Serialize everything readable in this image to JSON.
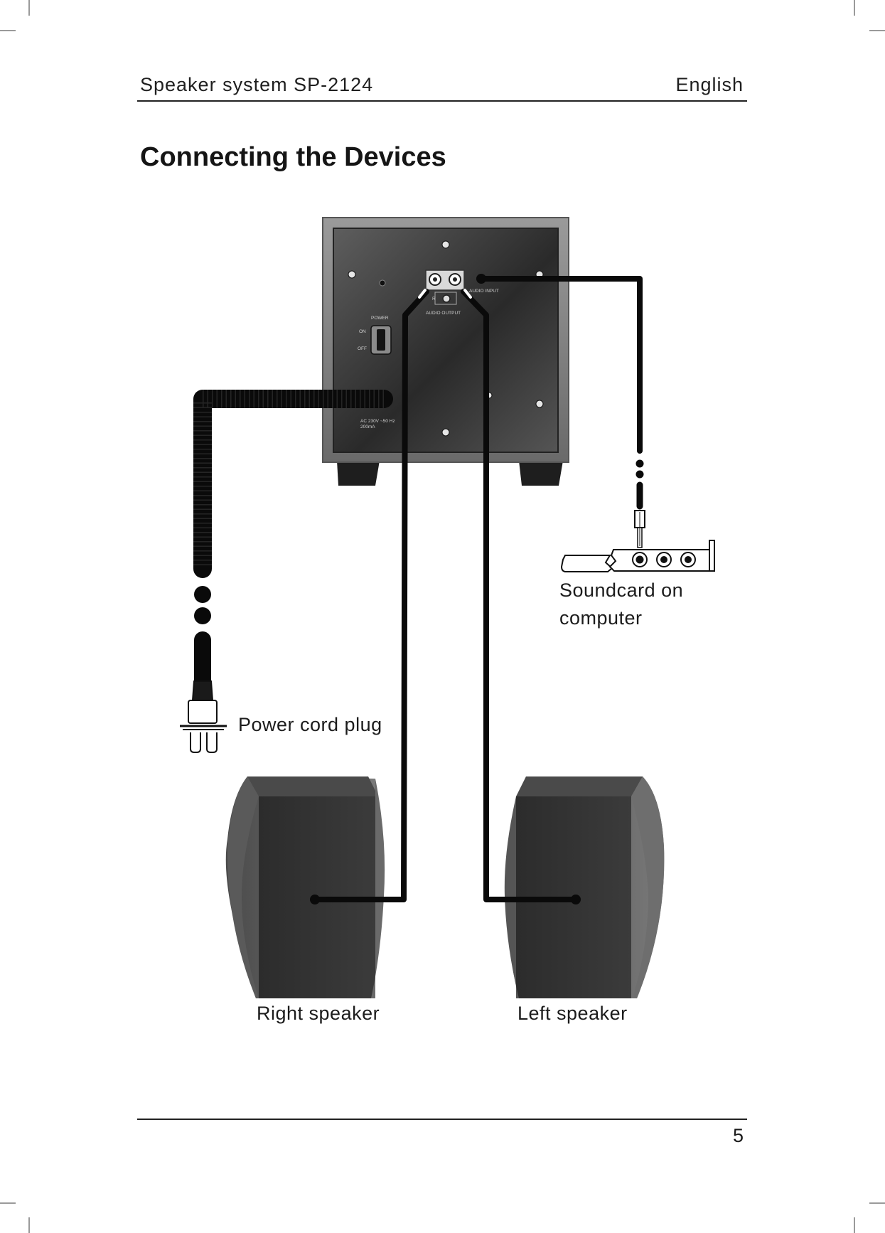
{
  "header": {
    "left": "Speaker system SP-2124",
    "right": "English"
  },
  "section_title": "Connecting the Devices",
  "subwoofer_panel": {
    "power": "POWER",
    "on": "ON",
    "off": "OFF",
    "audio_input": "AUDIO INPUT",
    "audio_output": "AUDIO OUTPUT",
    "channel_r": "R",
    "rating_line1": "AC 230V ~50 Hz",
    "rating_line2": "200mA"
  },
  "labels": {
    "soundcard_line1": "Soundcard on",
    "soundcard_line2": "computer",
    "power_plug": "Power cord plug",
    "right_speaker": "Right speaker",
    "left_speaker": "Left speaker"
  },
  "page_number": "5"
}
